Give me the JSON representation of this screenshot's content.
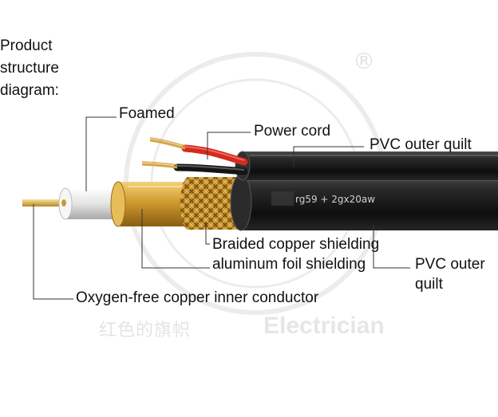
{
  "heading": {
    "line1": "Product",
    "line2": "structure",
    "line3": "diagram:"
  },
  "labels": {
    "foamed": "Foamed",
    "power_cord": "Power cord",
    "pvc_outer_quilt_top": "PVC outer quilt",
    "braided": "Braided copper shielding",
    "aluminum": "aluminum foil shielding",
    "pvc_outer_quilt_bottom_1": "PVC outer",
    "pvc_outer_quilt_bottom_2": "quilt",
    "conductor": "Oxygen-free copper inner conductor"
  },
  "cable_print": "rg59 + 2gx20aw",
  "watermark": {
    "chinese": "红色的旗帜",
    "english": "Electrician",
    "registered": "®"
  },
  "colors": {
    "jacket": "#1c1c1c",
    "copper": "#d4a23c",
    "foam": "#e8e8e8",
    "red_wire": "#d42a1e",
    "leader_line": "#333333"
  }
}
